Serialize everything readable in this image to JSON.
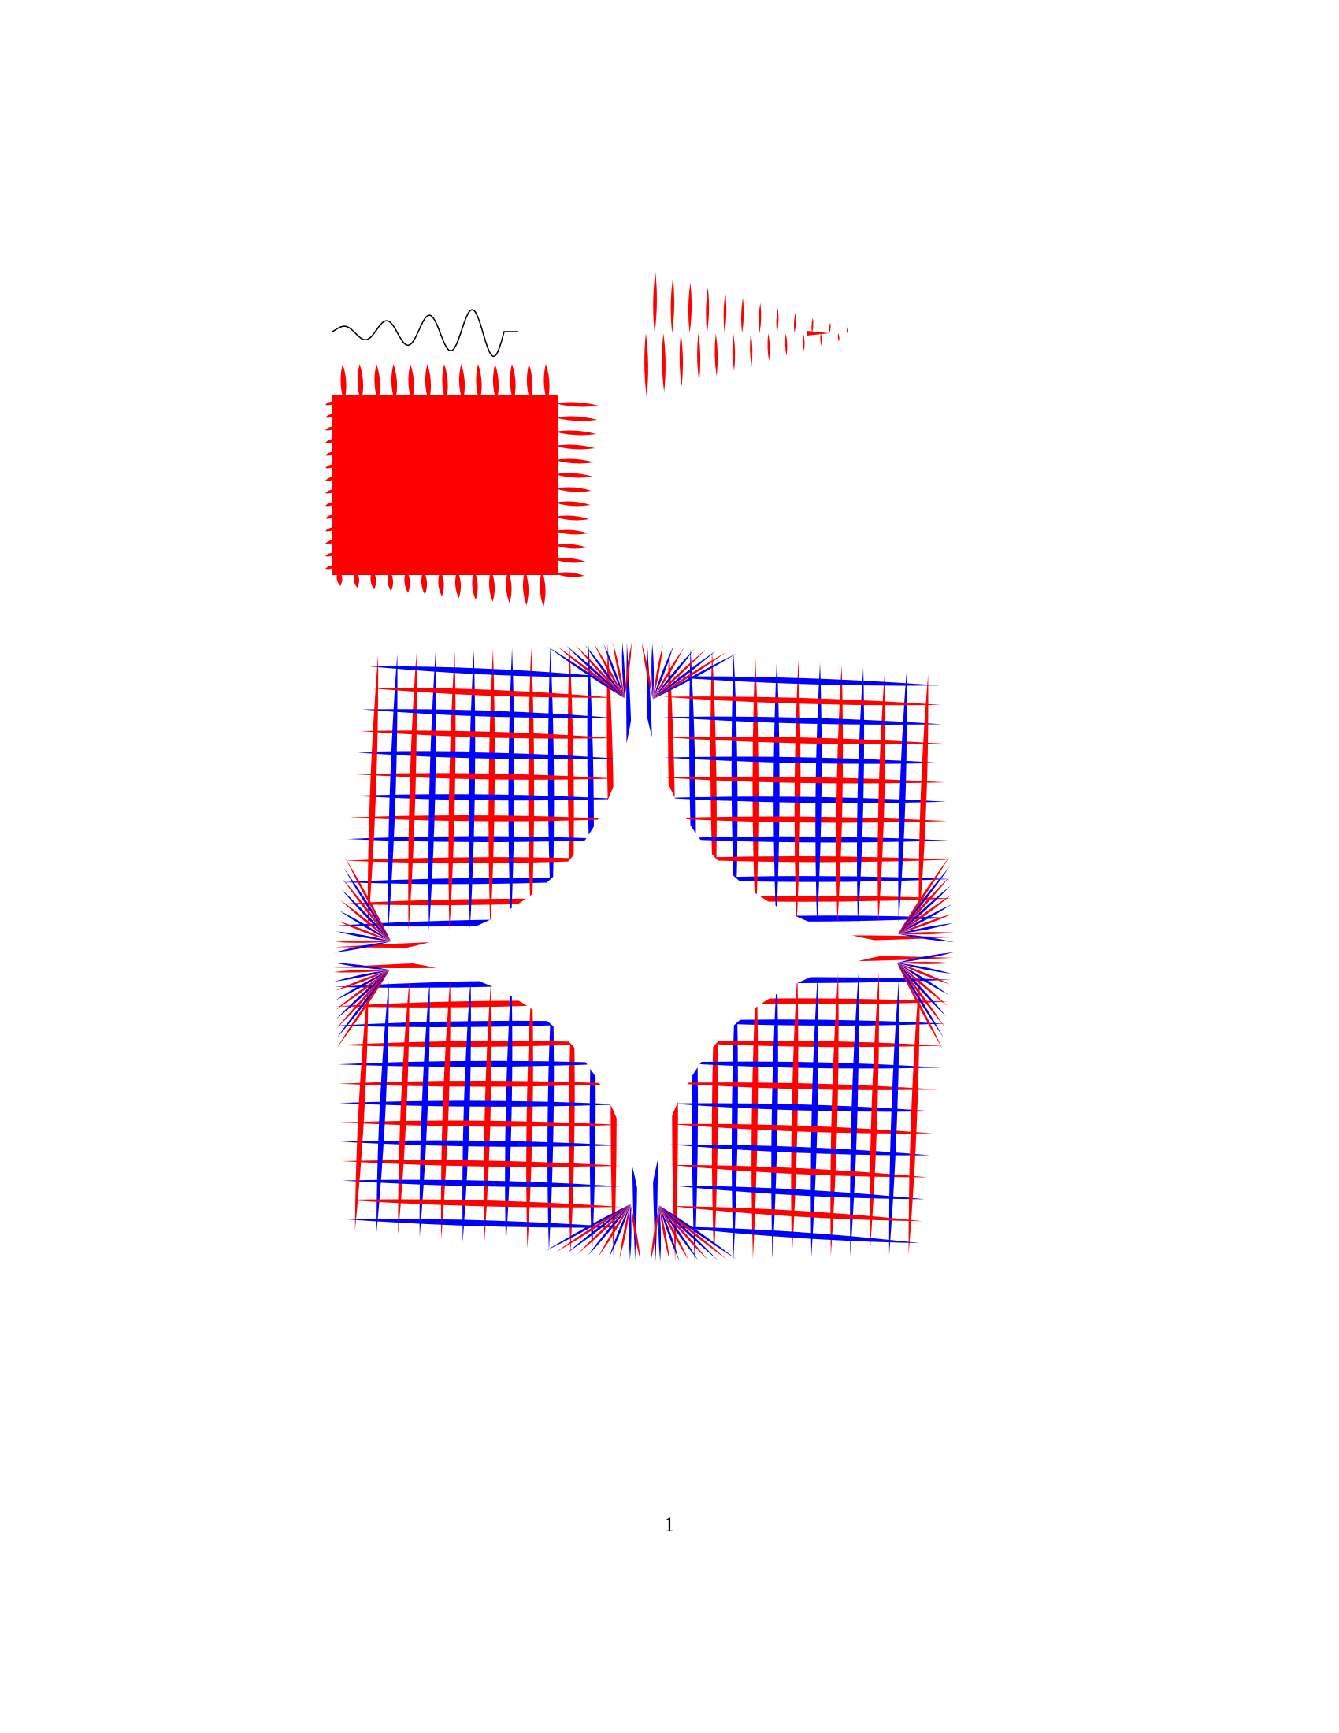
{
  "page": {
    "number": "1"
  },
  "colors": {
    "red": "#ff0000",
    "blue": "#0000ff",
    "black": "#000000",
    "background": "#ffffff"
  },
  "figures": [
    {
      "name": "sine-wave-line",
      "color": "black"
    },
    {
      "name": "decaying-wave-lobes",
      "color": "red"
    },
    {
      "name": "wavy-red-rectangle",
      "color": "red"
    },
    {
      "name": "star-lobe-pattern",
      "colors": [
        "red",
        "blue"
      ]
    }
  ]
}
